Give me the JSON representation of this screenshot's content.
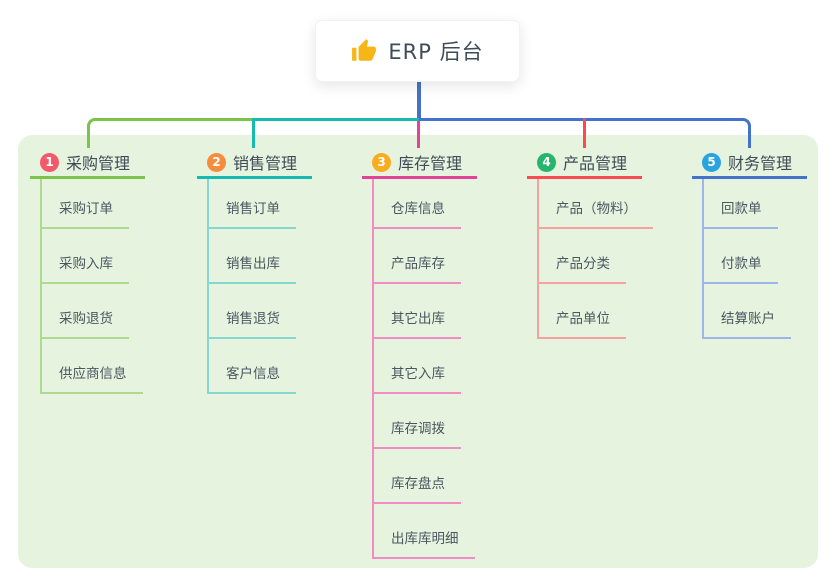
{
  "root": {
    "label": "ERP 后台",
    "icon": "thumbs-up-icon",
    "icon_color": "#f7b617"
  },
  "panel_bg": "#e6f4df",
  "branches": [
    {
      "number": "1",
      "label": "采购管理",
      "badge_color": "#f25a6b",
      "color": "#7dc24a",
      "light_color": "#aeda8e",
      "children": [
        "采购订单",
        "采购入库",
        "采购退货",
        "供应商信息"
      ]
    },
    {
      "number": "2",
      "label": "销售管理",
      "badge_color": "#f68c3e",
      "color": "#15bab1",
      "light_color": "#84d8d0",
      "children": [
        "销售订单",
        "销售出库",
        "销售退货",
        "客户信息"
      ]
    },
    {
      "number": "3",
      "label": "库存管理",
      "badge_color": "#fbab1f",
      "color": "#e04397",
      "light_color": "#f18cc5",
      "children": [
        "仓库信息",
        "产品库存",
        "其它出库",
        "其它入库",
        "库存调拨",
        "库存盘点",
        "出库库明细"
      ]
    },
    {
      "number": "4",
      "label": "产品管理",
      "badge_color": "#27b46c",
      "color": "#f84c50",
      "light_color": "#f8a1a2",
      "children": [
        "产品（物料）",
        "产品分类",
        "产品单位"
      ]
    },
    {
      "number": "5",
      "label": "财务管理",
      "badge_color": "#2aa3e1",
      "color": "#4472cb",
      "light_color": "#9eb5e8",
      "children": [
        "回款单",
        "付款单",
        "结算账户"
      ]
    }
  ]
}
